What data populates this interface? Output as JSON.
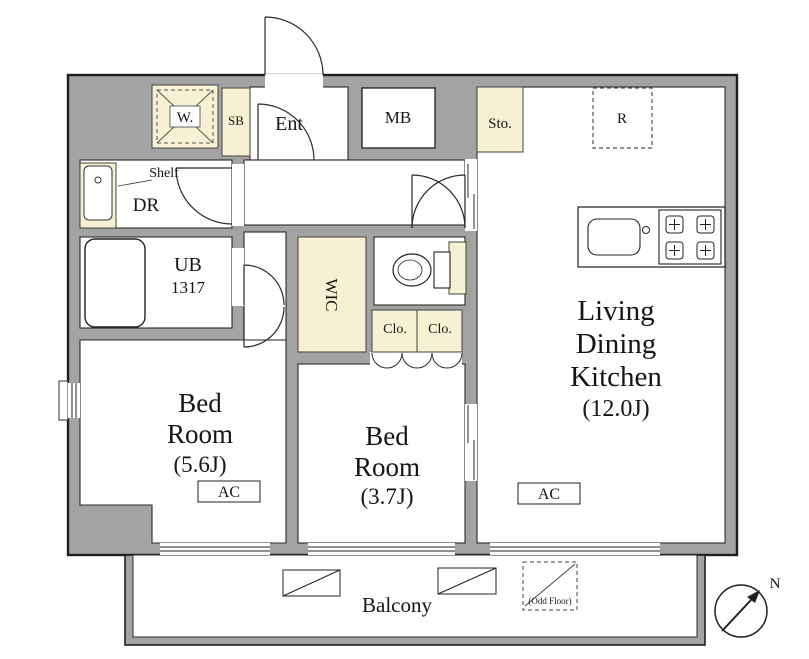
{
  "colors": {
    "wall": "#a3a3a3",
    "accent": "#f6f1d2",
    "line": "#1f1f1f",
    "floor": "#ffffff"
  },
  "rooms": {
    "washer": "W.",
    "shoe_box": "SB",
    "entrance": "Ent",
    "meter_box": "MB",
    "storage": "Sto.",
    "refrigerator": "R",
    "shelf": "Shelf",
    "dressing_room": "DR",
    "unit_bath": "UB",
    "unit_bath_size": "1317",
    "walk_in_closet": "WIC",
    "closet_left": "Clo.",
    "closet_right": "Clo.",
    "bedroom1": {
      "name_line1": "Bed",
      "name_line2": "Room",
      "size": "(5.6J)"
    },
    "bedroom2": {
      "name_line1": "Bed",
      "name_line2": "Room",
      "size": "(3.7J)"
    },
    "ldk": {
      "name_line1": "Living",
      "name_line2": "Dining",
      "name_line3": "Kitchen",
      "size": "(12.0J)"
    },
    "balcony": "Balcony"
  },
  "annotations": {
    "ac_bedroom1": "AC",
    "ac_ldk": "AC",
    "evacuation_hatch": "(Odd Floor)",
    "compass_north": "N"
  }
}
